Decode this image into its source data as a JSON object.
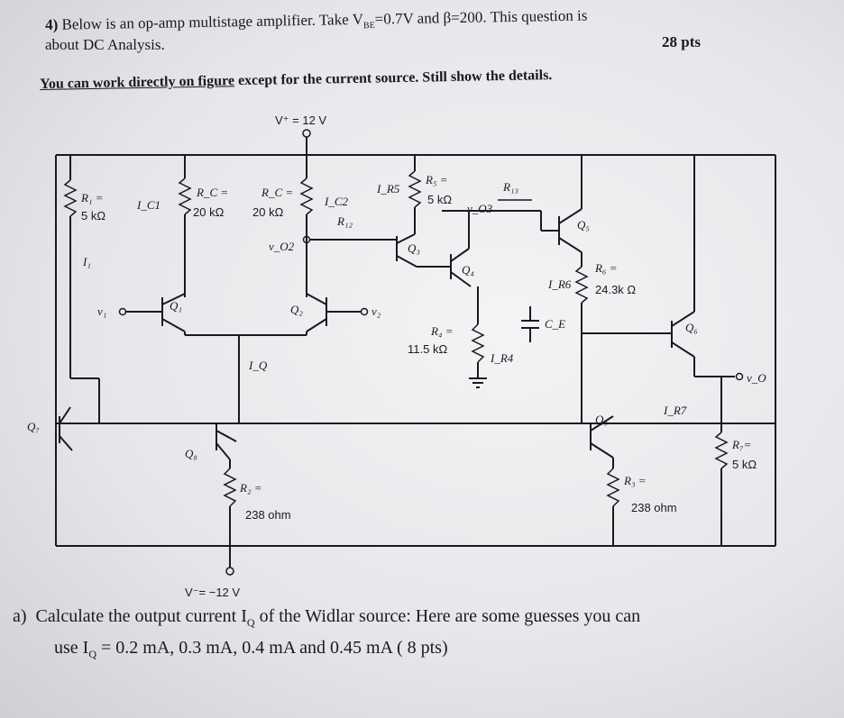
{
  "header": {
    "question_number": "4)",
    "line1": "Below is an op-amp multistage amplifier. Take V",
    "vbe_sub": "BE",
    "line1_rest": "=0.7V and β=200. This question is",
    "line2": "about DC Analysis.",
    "points": "28 pts"
  },
  "instruction": {
    "underlined": "You can work directly on figure",
    "rest": " except for the current source. Still show the details."
  },
  "circuit": {
    "vplus": "V⁺ = 12 V",
    "vminus": "V⁻= −12 V",
    "components": {
      "R1": "R₁ =",
      "R1_val": "5 kΩ",
      "RC_left": "R_C =",
      "RC_left_val": "20 kΩ",
      "RC_right": "R_C =",
      "RC_right_val": "20 kΩ",
      "R5": "R₅ =",
      "R5_val": "5 kΩ",
      "R13": "R₁₃",
      "R12": "R₁₂",
      "R4": "R₄ =",
      "R4_val": "11.5 kΩ",
      "R6": "R₆ =",
      "R6_val": "24.3k Ω",
      "R2": "R₂ =",
      "R2_val": "238 ohm",
      "R3": "R₃ =",
      "R3_val": "238 ohm",
      "R7": "R₇=",
      "R7_val": "5 kΩ",
      "CE": "C_E"
    },
    "currents": {
      "I1": "I₁",
      "IC1": "I_C1",
      "IC2": "I_C2",
      "IQ": "I_Q",
      "IR5": "I_R5",
      "IR4": "I_R4",
      "IR6": "I_R6",
      "IR7": "I_R7"
    },
    "nodes": {
      "v1": "v₁",
      "v2": "v₂",
      "vo2": "v_O2",
      "vo3": "v_O3",
      "vo": "v_O"
    },
    "transistors": [
      "Q₁",
      "Q₂",
      "Q₃",
      "Q₄",
      "Q₅",
      "Q₆",
      "Q₇",
      "Q₈",
      "Q₉"
    ]
  },
  "part_a": {
    "label": "a)",
    "line1": "Calculate the output current I",
    "iq_sub": "Q",
    "line1_rest": " of the Widlar source: Here are some guesses you can",
    "line2": "use  I",
    "line2_rest": " = 0.2 mA, 0.3 mA, 0.4 mA and 0.45 mA    ( 8 pts)"
  }
}
